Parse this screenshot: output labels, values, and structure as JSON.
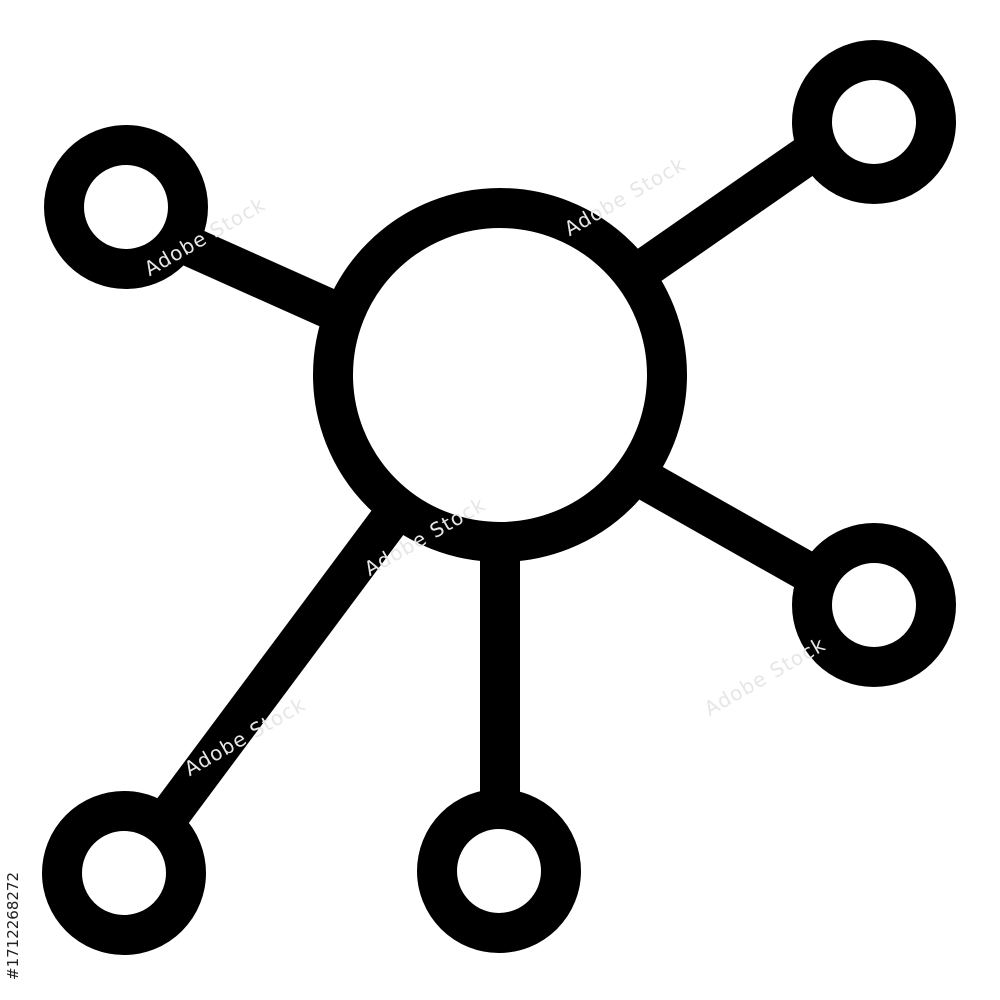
{
  "icon": {
    "name": "network-hub-icon",
    "stroke_color": "#000000",
    "fill_color": "#ffffff",
    "hub": "center-node",
    "satellites": [
      "top-left-node",
      "top-right-node",
      "right-node",
      "bottom-center-node",
      "bottom-left-node"
    ]
  },
  "watermark": {
    "text": "Adobe Stock"
  },
  "stock_id": "#171226827​2"
}
